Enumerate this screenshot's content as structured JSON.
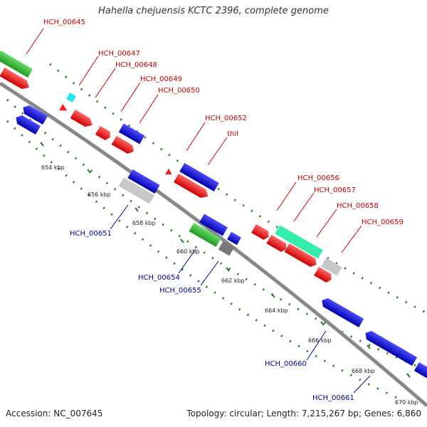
{
  "title": "Hahella chejuensis KCTC 2396, complete genome",
  "footer": {
    "accession": "Accession: NC_007645",
    "topology": "Topology: circular; Length: 7,215,267 bp; Genes: 6,860"
  },
  "colors": {
    "red": "#ff1a1a",
    "blue": "#1a1aee",
    "green": "#33cc33",
    "cyan": "#22e6ee",
    "mint": "#33eeaa",
    "gray": "#c8c8c8",
    "darkgray": "#777777",
    "label_red": "#cc0000",
    "label_blue": "#000099",
    "tick": "#1f7a1f",
    "backbone": "#888888"
  },
  "kbp_labels": [
    "654 kbp",
    "656 kbp",
    "658 kbp",
    "660 kbp",
    "662 kbp",
    "664 kbp",
    "666 kbp",
    "668 kbp",
    "670 kbp"
  ],
  "gene_labels_top": [
    "HCH_00645",
    "HCH_00647",
    "HCH_00648",
    "HCH_00649",
    "HCH_00650",
    "HCH_00652",
    "thiI",
    "HCH_00656",
    "HCH_00657",
    "HCH_00658",
    "HCH_00659"
  ],
  "gene_labels_bottom": [
    "HCH_00651",
    "HCH_00654",
    "HCH_00655",
    "HCH_00660",
    "HCH_00661"
  ]
}
